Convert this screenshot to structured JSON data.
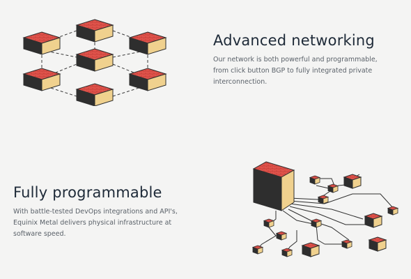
{
  "colors": {
    "background": "#f4f4f3",
    "title": "#1e2a38",
    "body_text": "#5a6169",
    "cube_top": "#e0544c",
    "cube_left": "#2e2e2e",
    "cube_right": "#f0d18e",
    "line": "#3a3a3a"
  },
  "features": [
    {
      "title": "Advanced networking",
      "description_lines": [
        "Our network is both powerful and programmable,",
        "from click button BGP to fully integrated private",
        "interconnection."
      ],
      "illustration_icon": "networked-cubes-grid-icon"
    },
    {
      "title": "Fully programmable",
      "description_lines": [
        "With battle-tested DevOps integrations and API's,",
        "Equinix Metal delivers physical infrastructure at",
        "software speed."
      ],
      "illustration_icon": "circuit-cubes-icon"
    }
  ]
}
